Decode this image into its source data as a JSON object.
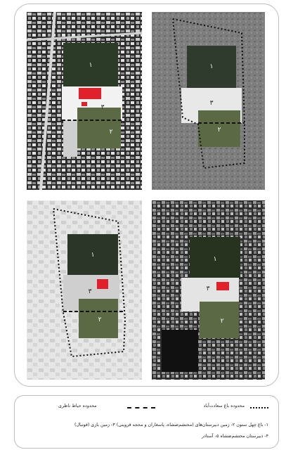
{
  "panels": [
    {
      "id": "tl",
      "tone": "dark",
      "labels": [
        "۱",
        "۲",
        "۳"
      ]
    },
    {
      "id": "tr",
      "tone": "gray",
      "labels": [
        "۱",
        "۲",
        "۳"
      ]
    },
    {
      "id": "bl",
      "tone": "light",
      "labels": [
        "۱",
        "۲",
        "۳"
      ]
    },
    {
      "id": "br",
      "tone": "dark",
      "labels": [
        "۱",
        "۲",
        "۳"
      ]
    }
  ],
  "legend": {
    "dotted_label": "محدوده باغ سعادت‌آباد",
    "dashed_label": "محدوده حیاط ناظری",
    "line1": "۱- باغ چهل ستون  ۲- زمین دبیرستان‌های (محتشم‌ضشاه، پاسغاران و محجه قزوینی)  ۳- زمین بازی (فوتبال)",
    "line2": "۴- دبیرستان محتشم‌ضشاه  ۵- آستادر"
  },
  "colors": {
    "red": "#e0202a",
    "green_dark": "#2f3f2a",
    "green": "#5a6b45",
    "boundary": "#111111"
  }
}
